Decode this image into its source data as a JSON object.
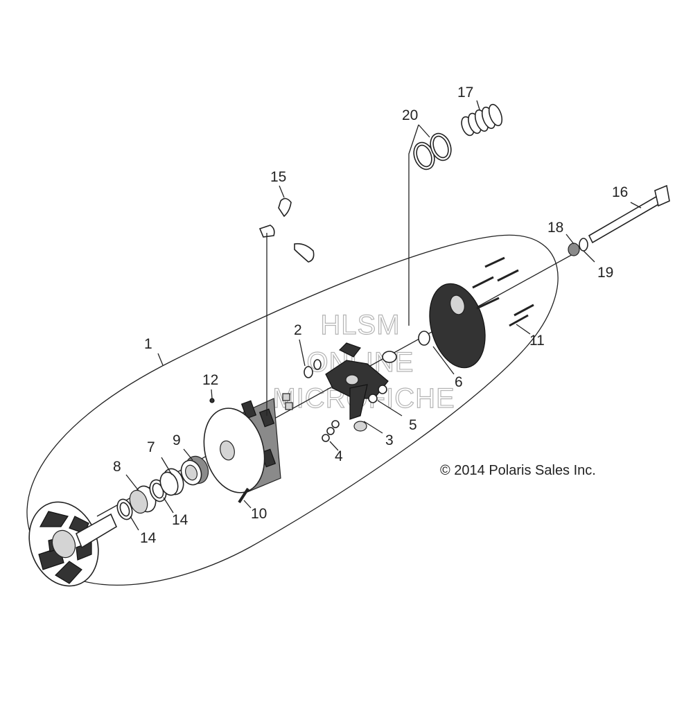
{
  "callouts": {
    "c1": "1",
    "c2": "2",
    "c3": "3",
    "c4": "4",
    "c5": "5",
    "c6": "6",
    "c7": "7",
    "c8": "8",
    "c9": "9",
    "c10": "10",
    "c11": "11",
    "c12": "12",
    "c14a": "14",
    "c14b": "14",
    "c15": "15",
    "c16": "16",
    "c17": "17",
    "c18": "18",
    "c19": "19",
    "c20": "20"
  },
  "copyright": "© 2014 Polaris Sales Inc.",
  "watermark": {
    "line1": "HLSM",
    "line2": "ONLINE",
    "line3": "MICROFICHE"
  }
}
